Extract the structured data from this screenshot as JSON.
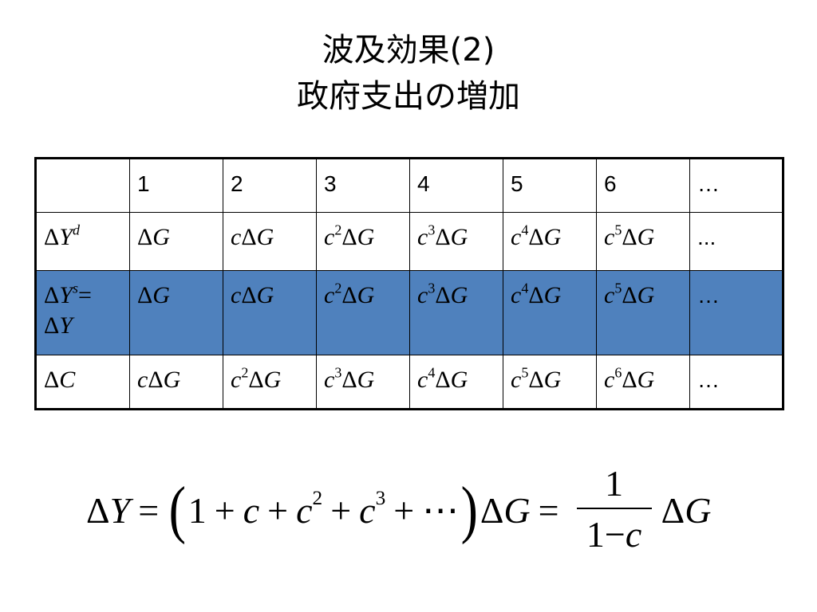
{
  "title": {
    "line1": "波及効果(2)",
    "line2": "政府支出の増加"
  },
  "table": {
    "columns": [
      "1",
      "2",
      "3",
      "4",
      "5",
      "6",
      "…"
    ],
    "rows": [
      {
        "header": {
          "delta": "Δ",
          "var": "Y",
          "sup": "d"
        },
        "cells": [
          {
            "coef": "",
            "exp": "",
            "tail": "ΔG"
          },
          {
            "coef": "c",
            "exp": "",
            "tail": "ΔG"
          },
          {
            "coef": "c",
            "exp": "2",
            "tail": "ΔG"
          },
          {
            "coef": "c",
            "exp": "3",
            "tail": "ΔG"
          },
          {
            "coef": "c",
            "exp": "4",
            "tail": "ΔG"
          },
          {
            "coef": "c",
            "exp": "5",
            "tail": "ΔG"
          }
        ],
        "ellipsis": "..."
      },
      {
        "header": {
          "delta": "Δ",
          "var": "Y",
          "sup": "s",
          "eq": "=",
          "delta2": "Δ",
          "var2": "Y"
        },
        "cells": [
          {
            "coef": "",
            "exp": "",
            "tail": "ΔG"
          },
          {
            "coef": "c",
            "exp": "",
            "tail": "ΔG"
          },
          {
            "coef": "c",
            "exp": "2",
            "tail": "ΔG"
          },
          {
            "coef": "c",
            "exp": "3",
            "tail": "ΔG"
          },
          {
            "coef": "c",
            "exp": "4",
            "tail": "ΔG"
          },
          {
            "coef": "c",
            "exp": "5",
            "tail": "ΔG"
          }
        ],
        "ellipsis": "…"
      },
      {
        "header": {
          "delta": "Δ",
          "var": "C"
        },
        "cells": [
          {
            "coef": "c",
            "exp": "",
            "tail": "ΔG"
          },
          {
            "coef": "c",
            "exp": "2",
            "tail": "ΔG"
          },
          {
            "coef": "c",
            "exp": "3",
            "tail": "ΔG"
          },
          {
            "coef": "c",
            "exp": "4",
            "tail": "ΔG"
          },
          {
            "coef": "c",
            "exp": "5",
            "tail": "ΔG"
          },
          {
            "coef": "c",
            "exp": "6",
            "tail": "ΔG"
          }
        ],
        "ellipsis": "…"
      }
    ]
  },
  "formula": {
    "lhs_delta": "Δ",
    "lhs_var": "Y",
    "eq": "=",
    "lparen": "(",
    "one": "1",
    "plus": "+",
    "c": "c",
    "exp2": "2",
    "exp3": "3",
    "dots": "⋯",
    "rparen": ")",
    "dg": "ΔG",
    "frac_num": "1",
    "frac_den_one": "1",
    "minus": "−",
    "frac_den_c": "c"
  },
  "colors": {
    "highlight_row": "#4f81bd"
  }
}
